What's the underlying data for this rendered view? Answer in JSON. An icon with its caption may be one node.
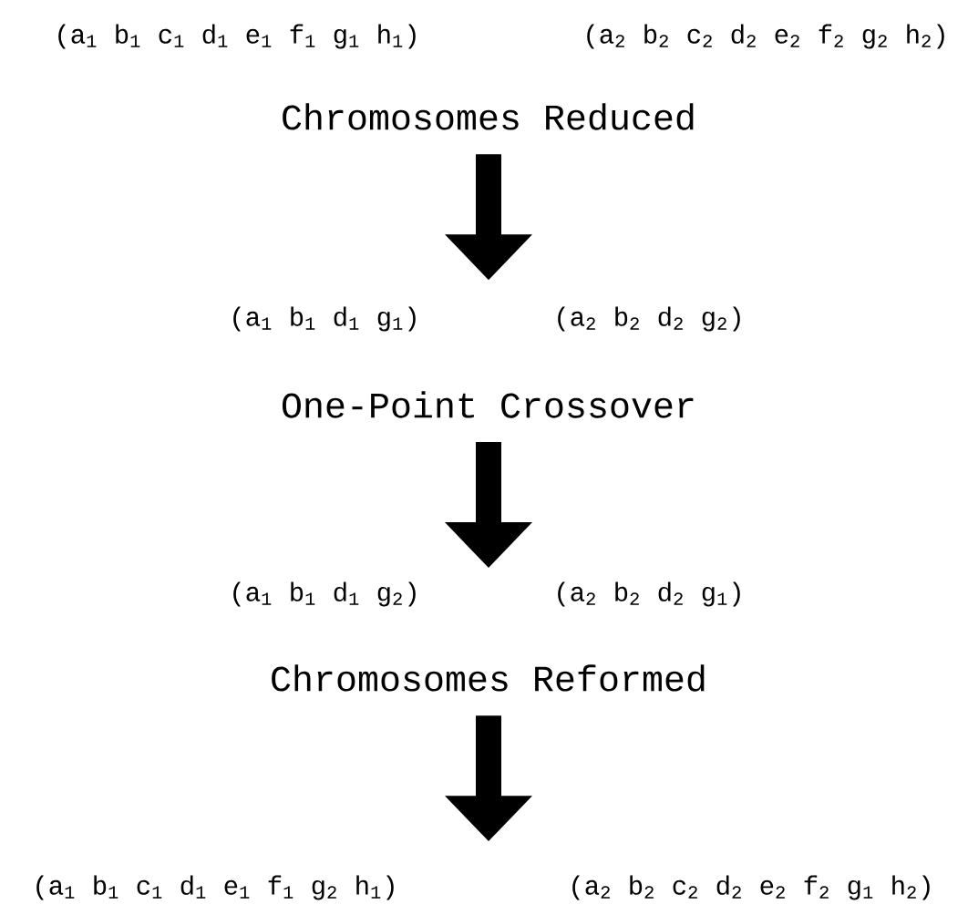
{
  "diagram": {
    "nodes": [
      {
        "text": [
          "(a$_{1}$ b$_{1}$ c$_{1}$ d$_{1}$ e$_{1}$ f$_{1}$ g$_{1}$ h$_{1}$)"
        ]
      },
      {
        "text": [
          "(a$_{2}$ b$_{2}$ c$_{2}$ d$_{2}$ e$_{2}$ f$_{2}$ g$_{2}$ h$_{2}$)"
        ]
      },
      {
        "text": [
          "Chromosomes Reduced"
        ]
      },
      {
        "text": [
          "(a$_{1}$ b$_{1}$ d$_{1}$ g$_{1}$)"
        ]
      },
      {
        "text": [
          "(a$_{2}$ b$_{2}$ d$_{2}$ g$_{2}$)"
        ]
      },
      {
        "text": [
          "One-Point Crossover"
        ]
      },
      {
        "text": [
          "(a$_{1}$ b$_{1}$ d$_{1}$ g$_{2}$)"
        ]
      },
      {
        "text": [
          "(a$_{2}$ b$_{2}$ d$_{2}$ g$_{1}$)"
        ]
      },
      {
        "text": [
          "Chromosomes Reformed"
        ]
      },
      {
        "text": [
          "(a$_{1}$ b$_{1}$ c$_{1}$ d$_{1}$ e$_{1}$ f$_{1}$ g$_{2}$ h$_{1}$)"
        ]
      },
      {
        "text": [
          "(a$_{2}$ b$_{2}$ c$_{2}$ d$_{2}$ e$_{2}$ f$_{2}$ g$_{1}$ h$_{2}$)"
        ]
      }
    ],
    "edges": [
      {
        "from": 2,
        "to": null,
        "arrow": "to"
      },
      {
        "from": 5,
        "to": null,
        "arrow": "to"
      },
      {
        "from": 8,
        "to": null,
        "arrow": "to"
      }
    ]
  }
}
